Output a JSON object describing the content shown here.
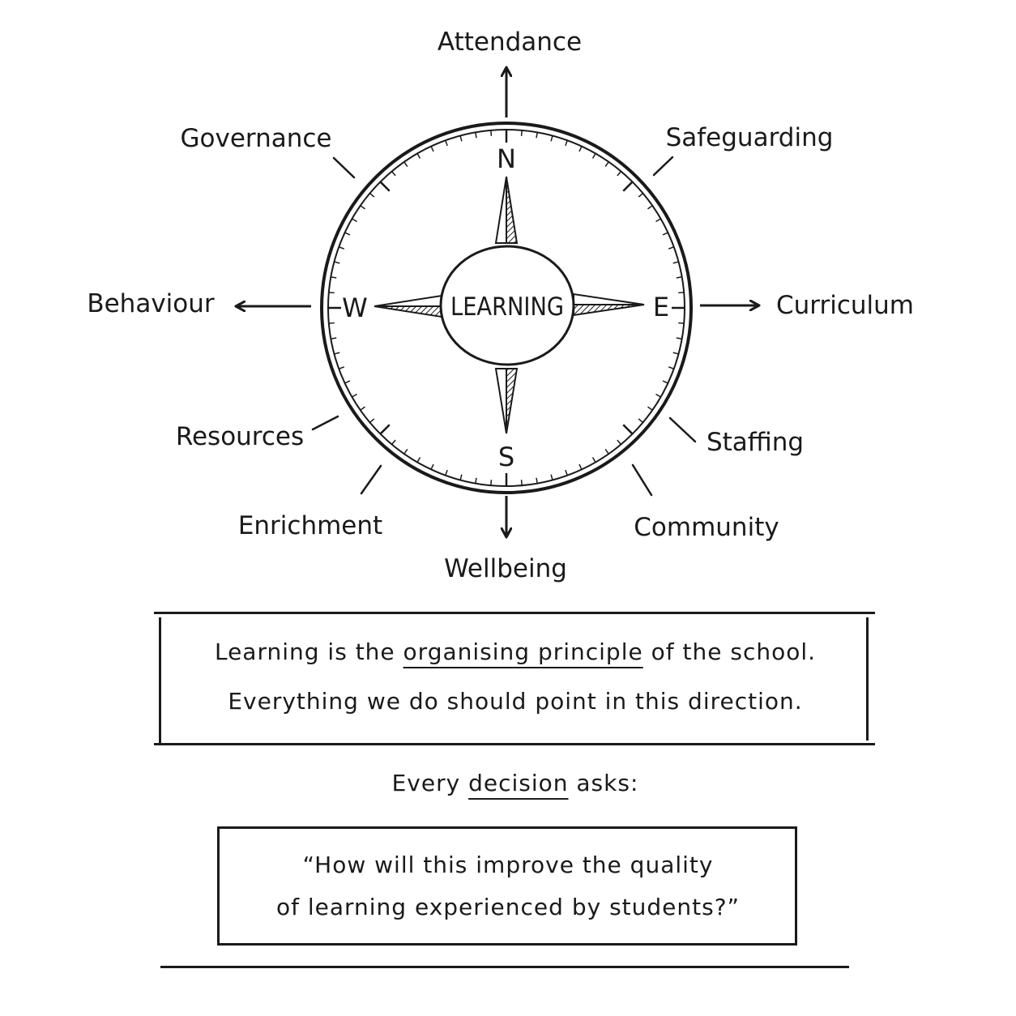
{
  "compass": {
    "north": "N",
    "south": "S",
    "east": "E",
    "west": "W",
    "center": "LEARNING"
  },
  "directions": {
    "top": "Attendance",
    "bottom": "Wellbeing",
    "left": "Behaviour",
    "right": "Curriculum",
    "top_left": "Governance",
    "top_right": "Safeguarding",
    "mid_left": "Resources",
    "mid_right": "Staffing",
    "bottom_left": "Enrichment",
    "bottom_right": "Community"
  },
  "statement": {
    "line1_pre": "Learning is the ",
    "line1_emphasis": "organising principle",
    "line1_post": " of the school.",
    "line2": "Everything we do should point in this direction."
  },
  "prompt": {
    "pre": "Every ",
    "emphasis": "decision",
    "post": " asks:"
  },
  "quote": {
    "line1": "“How will this improve the quality",
    "line2": "of learning experienced by students?”"
  }
}
